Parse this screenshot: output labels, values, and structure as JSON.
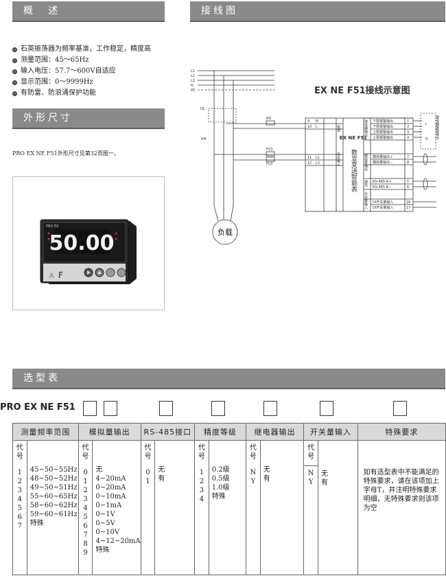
{
  "sections": {
    "overview": "概　述",
    "wiring": "接线图",
    "dimensions": "外形尺寸",
    "selection": "选型表"
  },
  "overview_items": [
    "石英振荡器为频率基准，工作稳定，精度高",
    "测量范围：45～65Hz",
    "输入电压：57.7～600V自适应",
    "显示范围：0～9999Hz",
    "有防雷、防浪涌保护功能"
  ],
  "dimension_text": "PRO EX NE F51外形尺寸见第32页图一。",
  "meter": {
    "brand": "PRO EX",
    "display": "50.00",
    "key_label": "F"
  },
  "wiring_diagram": {
    "title": "EX NE F51接线示意图",
    "lines": [
      "L1",
      "L2",
      "L3",
      "N",
      "PE"
    ],
    "dl": "DL",
    "km": "KM",
    "rd": "RD",
    "load": "负载",
    "fu1": "FU1",
    "fu2": "FU2",
    "power_terms": [
      {
        "num": "9",
        "label": "N"
      },
      {
        "num": "10",
        "label": "L"
      }
    ],
    "power_label": "电源",
    "signal_terms": [
      {
        "num": "11",
        "label": "L1"
      },
      {
        "num": "12",
        "label": "L3"
      }
    ],
    "signal_label": "电压输入",
    "device_name": "EX NE F51",
    "device_desc": "数显变送智能表",
    "relay_group": "继电器输出",
    "relay_outputs": [
      {
        "label": "下限报警输出",
        "num": "1"
      },
      {
        "label": "下限报警输出",
        "num": "2"
      },
      {
        "label": "上限报警输出",
        "num": "3"
      },
      {
        "label": "上限报警输出",
        "num": "4"
      }
    ],
    "analog_group": "模拟量输出",
    "analog_outputs": [
      {
        "label": "模拟量输出＋",
        "num": "7"
      },
      {
        "label": "模拟量输出－",
        "num": "8"
      }
    ],
    "comm_group": "通讯",
    "comm_outputs": [
      {
        "label": "RS-485 A＋",
        "num": "5"
      },
      {
        "label": "RS-485 B－",
        "num": "6"
      }
    ],
    "switch_group": "开关量输入",
    "switch_inputs": [
      {
        "label": "DI开关量输入",
        "num": "16"
      },
      {
        "label": "DI开关量输入",
        "num": "17"
      }
    ],
    "relay_box": "继电器报警输出",
    "relay_L": "L",
    "relay_H": "H"
  },
  "selection": {
    "model": "PRO EX NE F51",
    "headers": [
      "测量频率范围",
      "模拟量输出",
      "RS-485接口",
      "精度等级",
      "继电器输出",
      "开关量输入",
      "特殊要求"
    ],
    "code_label": "代号",
    "freq": [
      {
        "code": "1",
        "value": "45~50~55Hz"
      },
      {
        "code": "2",
        "value": "48~50~52Hz"
      },
      {
        "code": "3",
        "value": "49~50~51Hz"
      },
      {
        "code": "4",
        "value": "55~60~65Hz"
      },
      {
        "code": "5",
        "value": "58~60~62Hz"
      },
      {
        "code": "6",
        "value": "59~60~61Hz"
      },
      {
        "code": "7",
        "value": "特殊"
      }
    ],
    "analog": [
      {
        "code": "0",
        "value": "无"
      },
      {
        "code": "1",
        "value": "4~20mA"
      },
      {
        "code": "2",
        "value": "0~20mA"
      },
      {
        "code": "3",
        "value": "0~10mA"
      },
      {
        "code": "4",
        "value": "0~1mA"
      },
      {
        "code": "5",
        "value": "0~1V"
      },
      {
        "code": "6",
        "value": "0~5V"
      },
      {
        "code": "7",
        "value": "0~10V"
      },
      {
        "code": "8",
        "value": "4~12~20mA"
      },
      {
        "code": "9",
        "value": "特殊"
      }
    ],
    "rs485": [
      {
        "code": "0",
        "value": "无"
      },
      {
        "code": "1",
        "value": "有"
      }
    ],
    "accuracy": [
      {
        "code": "1",
        "value": "0.2级"
      },
      {
        "code": "2",
        "value": "0.5级"
      },
      {
        "code": "3",
        "value": "1.0级"
      },
      {
        "code": "4",
        "value": "特殊"
      }
    ],
    "relay": [
      {
        "code": "N",
        "value": "无"
      },
      {
        "code": "Y",
        "value": "有"
      }
    ],
    "switch": [
      {
        "code": "N",
        "value": "无"
      },
      {
        "code": "Y",
        "value": "有"
      }
    ],
    "special_note": "如有选型表中不能满足的特殊要求，请在该项加上字母T，并注明特殊要求明细，无特殊要求则该项为空"
  }
}
